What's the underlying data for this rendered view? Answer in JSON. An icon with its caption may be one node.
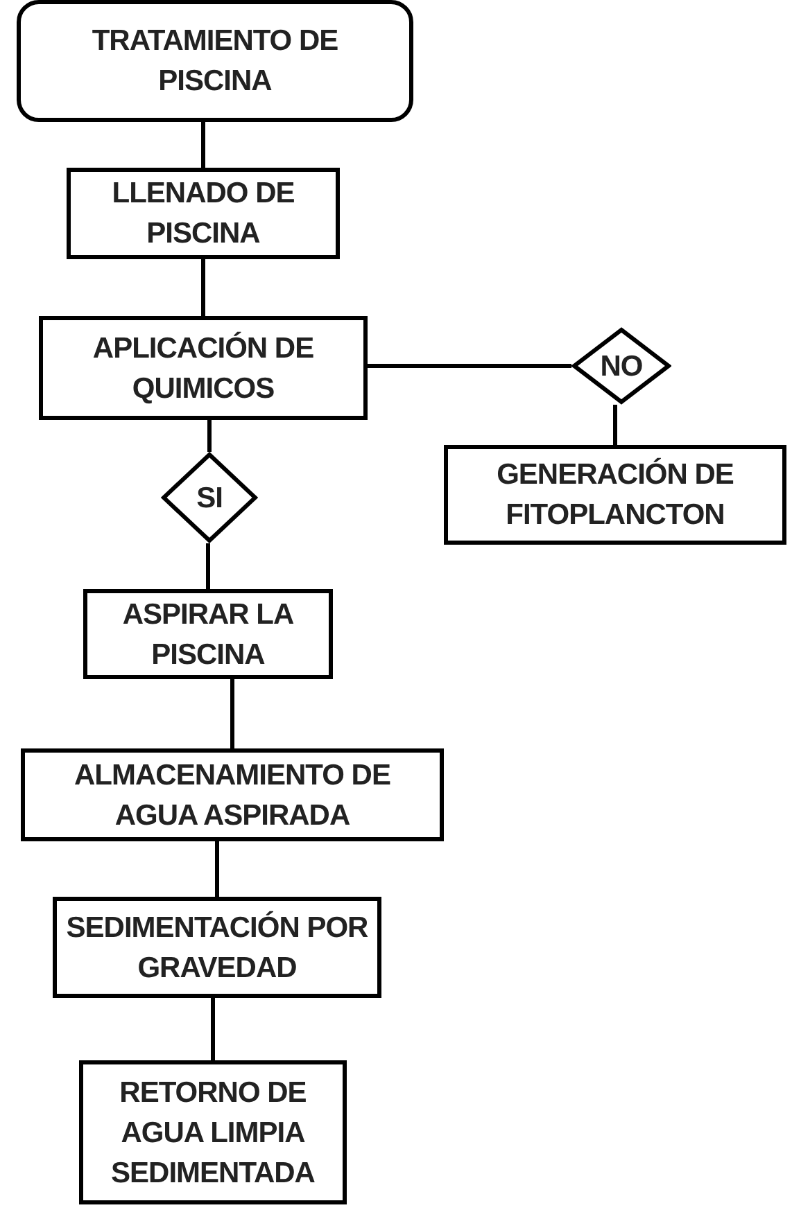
{
  "diagram": {
    "nodes": [
      {
        "text": [
          "TRATAMIENTO DE PISCINA"
        ]
      },
      {
        "text": [
          "LLENADO DE PISCINA"
        ]
      },
      {
        "text": [
          "APLICACIÓN DE QUIMICOS"
        ]
      },
      {
        "text": [
          "NO"
        ]
      },
      {
        "text": [
          "GENERACIÓN DE FITOPLANCTON"
        ]
      },
      {
        "text": [
          "SI"
        ]
      },
      {
        "text": [
          "ASPIRAR LA PISCINA"
        ]
      },
      {
        "text": [
          "ALMACENAMIENTO DE AGUA ASPIRADA"
        ]
      },
      {
        "text": [
          "SEDIMENTACIÓN POR GRAVEDAD"
        ]
      },
      {
        "text": [
          "RETORNO DE AGUA LIMPIA SEDIMENTADA"
        ]
      }
    ],
    "edges": [
      {
        "from": 0,
        "to": 1,
        "arrow": "none"
      },
      {
        "from": 1,
        "to": 2,
        "arrow": "none"
      },
      {
        "from": 2,
        "to": 3,
        "arrow": "none"
      },
      {
        "from": 3,
        "to": 4,
        "arrow": "none"
      },
      {
        "from": 2,
        "to": 5,
        "arrow": "none"
      },
      {
        "from": 5,
        "to": 6,
        "arrow": "none"
      },
      {
        "from": 6,
        "to": 7,
        "arrow": "none"
      },
      {
        "from": 7,
        "to": 8,
        "arrow": "none"
      },
      {
        "from": 8,
        "to": 9,
        "arrow": "none"
      }
    ]
  }
}
